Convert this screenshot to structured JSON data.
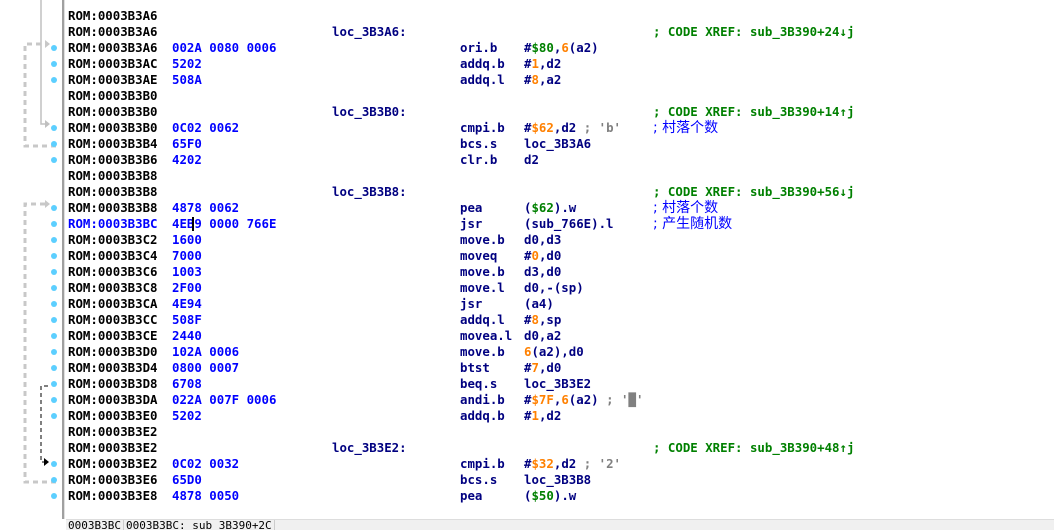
{
  "colors": {
    "mnemonic": "#000080",
    "immediate": "#ff8000",
    "hex_literal": "#008000",
    "bytes": "#0000ff",
    "comment": "#008000",
    "string_comment": "#808080",
    "breakpoint_dot": "#5ccfff"
  },
  "top_fragment": ",",
  "lines": [
    {
      "addr": "ROM:0003B3A6",
      "bytes": "",
      "label": "",
      "mn": "",
      "ops": [],
      "comment": ""
    },
    {
      "addr": "ROM:0003B3A6",
      "bytes": "",
      "label": "loc_3B3A6:",
      "mn": "",
      "ops": [],
      "comment": "; CODE XREF: sub_3B390+24↓j"
    },
    {
      "addr": "ROM:0003B3A6",
      "bytes": "002A 0080 0006",
      "label": "",
      "mn": "ori.b",
      "ops": [
        {
          "t": "#",
          "c": "n"
        },
        {
          "t": "$80",
          "c": "g"
        },
        {
          "t": ",",
          "c": "n"
        },
        {
          "t": "6",
          "c": "o"
        },
        {
          "t": "(a2)",
          "c": "n"
        }
      ],
      "comment": ""
    },
    {
      "addr": "ROM:0003B3AC",
      "bytes": "5202",
      "label": "",
      "mn": "addq.b",
      "ops": [
        {
          "t": "#",
          "c": "n"
        },
        {
          "t": "1",
          "c": "o"
        },
        {
          "t": ",d2",
          "c": "n"
        }
      ],
      "comment": ""
    },
    {
      "addr": "ROM:0003B3AE",
      "bytes": "508A",
      "label": "",
      "mn": "addq.l",
      "ops": [
        {
          "t": "#",
          "c": "n"
        },
        {
          "t": "8",
          "c": "o"
        },
        {
          "t": ",a2",
          "c": "n"
        }
      ],
      "comment": ""
    },
    {
      "addr": "ROM:0003B3B0",
      "bytes": "",
      "label": "",
      "mn": "",
      "ops": [],
      "comment": ""
    },
    {
      "addr": "ROM:0003B3B0",
      "bytes": "",
      "label": "loc_3B3B0:",
      "mn": "",
      "ops": [],
      "comment": "; CODE XREF: sub_3B390+14↑j"
    },
    {
      "addr": "ROM:0003B3B0",
      "bytes": "0C02 0062",
      "label": "",
      "mn": "cmpi.b",
      "ops": [
        {
          "t": "#",
          "c": "n"
        },
        {
          "t": "$62",
          "c": "o"
        },
        {
          "t": ",d2",
          "c": "n"
        },
        {
          "t": " ; 'b'",
          "c": "gr"
        }
      ],
      "comment": "; 村落个数",
      "cn": true
    },
    {
      "addr": "ROM:0003B3B4",
      "bytes": "65F0",
      "label": "",
      "mn": "bcs.s",
      "ops": [
        {
          "t": "loc_3B3A6",
          "c": "n"
        }
      ],
      "comment": ""
    },
    {
      "addr": "ROM:0003B3B6",
      "bytes": "4202",
      "label": "",
      "mn": "clr.b",
      "ops": [
        {
          "t": "d2",
          "c": "n"
        }
      ],
      "comment": ""
    },
    {
      "addr": "ROM:0003B3B8",
      "bytes": "",
      "label": "",
      "mn": "",
      "ops": [],
      "comment": ""
    },
    {
      "addr": "ROM:0003B3B8",
      "bytes": "",
      "label": "loc_3B3B8:",
      "mn": "",
      "ops": [],
      "comment": "; CODE XREF: sub_3B390+56↓j"
    },
    {
      "addr": "ROM:0003B3B8",
      "bytes": "4878 0062",
      "label": "",
      "mn": "pea",
      "ops": [
        {
          "t": "(",
          "c": "n"
        },
        {
          "t": "$62",
          "c": "g"
        },
        {
          "t": ").w",
          "c": "n"
        }
      ],
      "comment": "; 村落个数",
      "cn": true
    },
    {
      "addr": "ROM:0003B3BC",
      "bytes": "4EB9 0000 766E",
      "label": "",
      "mn": "jsr",
      "ops": [
        {
          "t": "(sub_766E).l",
          "c": "n"
        }
      ],
      "comment": "; 产生随机数",
      "cn": true,
      "current": true
    },
    {
      "addr": "ROM:0003B3C2",
      "bytes": "1600",
      "label": "",
      "mn": "move.b",
      "ops": [
        {
          "t": "d0,d3",
          "c": "n"
        }
      ],
      "comment": ""
    },
    {
      "addr": "ROM:0003B3C4",
      "bytes": "7000",
      "label": "",
      "mn": "moveq",
      "ops": [
        {
          "t": "#",
          "c": "n"
        },
        {
          "t": "0",
          "c": "o"
        },
        {
          "t": ",d0",
          "c": "n"
        }
      ],
      "comment": ""
    },
    {
      "addr": "ROM:0003B3C6",
      "bytes": "1003",
      "label": "",
      "mn": "move.b",
      "ops": [
        {
          "t": "d3,d0",
          "c": "n"
        }
      ],
      "comment": ""
    },
    {
      "addr": "ROM:0003B3C8",
      "bytes": "2F00",
      "label": "",
      "mn": "move.l",
      "ops": [
        {
          "t": "d0,-(sp)",
          "c": "n"
        }
      ],
      "comment": ""
    },
    {
      "addr": "ROM:0003B3CA",
      "bytes": "4E94",
      "label": "",
      "mn": "jsr",
      "ops": [
        {
          "t": "(a4)",
          "c": "n"
        }
      ],
      "comment": ""
    },
    {
      "addr": "ROM:0003B3CC",
      "bytes": "508F",
      "label": "",
      "mn": "addq.l",
      "ops": [
        {
          "t": "#",
          "c": "n"
        },
        {
          "t": "8",
          "c": "o"
        },
        {
          "t": ",sp",
          "c": "n"
        }
      ],
      "comment": ""
    },
    {
      "addr": "ROM:0003B3CE",
      "bytes": "2440",
      "label": "",
      "mn": "movea.l",
      "ops": [
        {
          "t": "d0,a2",
          "c": "n"
        }
      ],
      "comment": ""
    },
    {
      "addr": "ROM:0003B3D0",
      "bytes": "102A 0006",
      "label": "",
      "mn": "move.b",
      "ops": [
        {
          "t": "6",
          "c": "o"
        },
        {
          "t": "(a2),d0",
          "c": "n"
        }
      ],
      "comment": ""
    },
    {
      "addr": "ROM:0003B3D4",
      "bytes": "0800 0007",
      "label": "",
      "mn": "btst",
      "ops": [
        {
          "t": "#",
          "c": "n"
        },
        {
          "t": "7",
          "c": "o"
        },
        {
          "t": ",d0",
          "c": "n"
        }
      ],
      "comment": ""
    },
    {
      "addr": "ROM:0003B3D8",
      "bytes": "6708",
      "label": "",
      "mn": "beq.s",
      "ops": [
        {
          "t": "loc_3B3E2",
          "c": "n"
        }
      ],
      "comment": ""
    },
    {
      "addr": "ROM:0003B3DA",
      "bytes": "022A 007F 0006",
      "label": "",
      "mn": "andi.b",
      "ops": [
        {
          "t": "#",
          "c": "n"
        },
        {
          "t": "$7F",
          "c": "o"
        },
        {
          "t": ",",
          "c": "n"
        },
        {
          "t": "6",
          "c": "o"
        },
        {
          "t": "(a2)",
          "c": "n"
        },
        {
          "t": " ; '█'",
          "c": "gr"
        }
      ],
      "comment": ""
    },
    {
      "addr": "ROM:0003B3E0",
      "bytes": "5202",
      "label": "",
      "mn": "addq.b",
      "ops": [
        {
          "t": "#",
          "c": "n"
        },
        {
          "t": "1",
          "c": "o"
        },
        {
          "t": ",d2",
          "c": "n"
        }
      ],
      "comment": ""
    },
    {
      "addr": "ROM:0003B3E2",
      "bytes": "",
      "label": "",
      "mn": "",
      "ops": [],
      "comment": ""
    },
    {
      "addr": "ROM:0003B3E2",
      "bytes": "",
      "label": "loc_3B3E2:",
      "mn": "",
      "ops": [],
      "comment": "; CODE XREF: sub_3B390+48↑j"
    },
    {
      "addr": "ROM:0003B3E2",
      "bytes": "0C02 0032",
      "label": "",
      "mn": "cmpi.b",
      "ops": [
        {
          "t": "#",
          "c": "n"
        },
        {
          "t": "$32",
          "c": "o"
        },
        {
          "t": ",d2",
          "c": "n"
        },
        {
          "t": " ; '2'",
          "c": "gr"
        }
      ],
      "comment": ""
    },
    {
      "addr": "ROM:0003B3E6",
      "bytes": "65D0",
      "label": "",
      "mn": "bcs.s",
      "ops": [
        {
          "t": "loc_3B3B8",
          "c": "n"
        }
      ],
      "comment": ""
    },
    {
      "addr": "ROM:0003B3E8",
      "bytes": "4878 0050",
      "label": "",
      "mn": "pea",
      "ops": [
        {
          "t": "(",
          "c": "n"
        },
        {
          "t": "$50",
          "c": "g"
        },
        {
          "t": ").w",
          "c": "n"
        }
      ],
      "comment": ""
    }
  ],
  "status": {
    "address": "0003B3BC",
    "location": "0003B3BC: sub_3B390+2C"
  }
}
